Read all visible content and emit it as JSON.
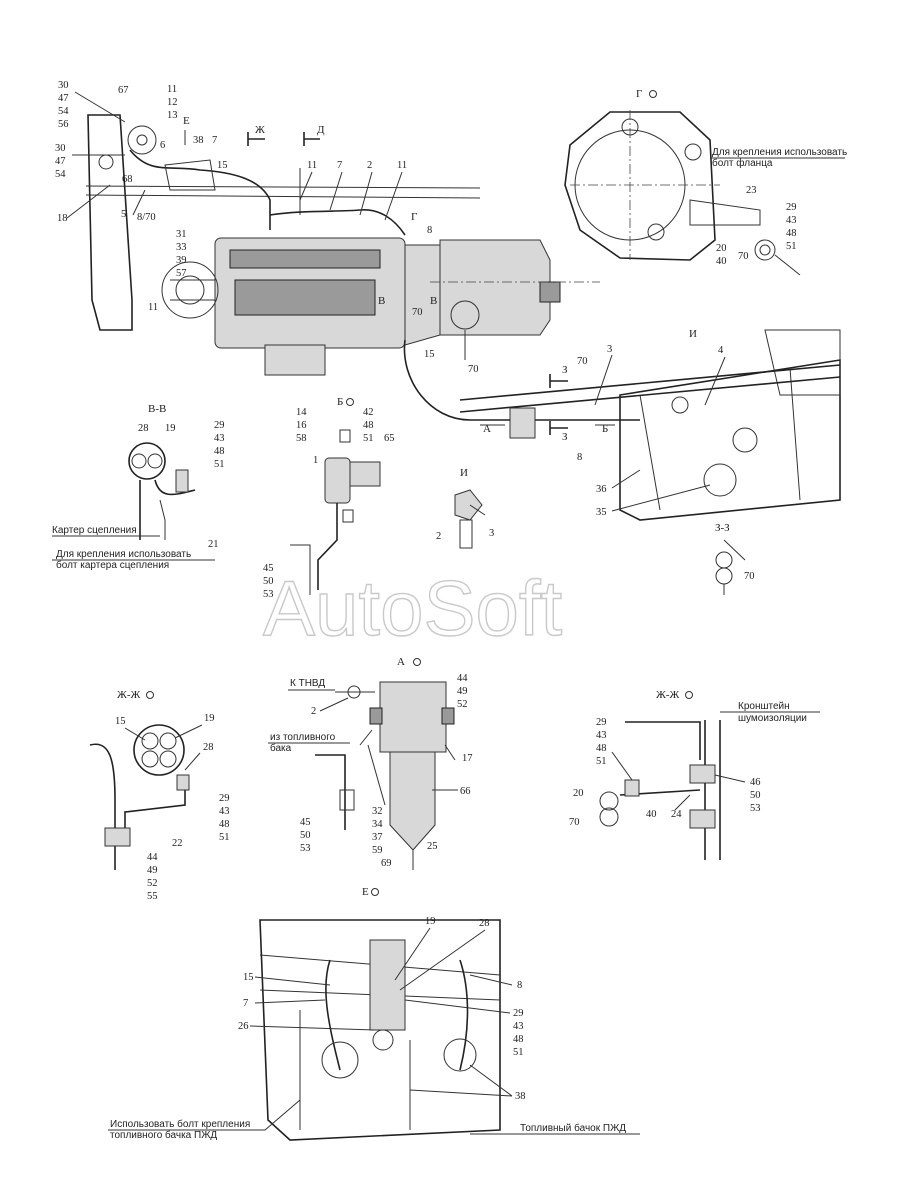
{
  "watermark": "AutoSoft",
  "views": {
    "G": "Г",
    "B_section": "В-В",
    "B_view": "Б",
    "I_view": "И",
    "Z_section": "З-З",
    "A_view": "А",
    "ZH_left": "Ж-Ж",
    "ZH_right": "Ж-Ж",
    "E_view": "Е"
  },
  "direction_letters": {
    "ZH": "Ж",
    "D": "Д",
    "E": "Е",
    "G": "Г",
    "V1": "В",
    "V2": "В",
    "Z1": "З",
    "Z2": "З",
    "A": "А",
    "B": "Б",
    "I": "И"
  },
  "notes": {
    "flange_bolt_1": "Для крепления использовать",
    "flange_bolt_2": "болт фланца",
    "clutch_housing": "Картер сцепления",
    "clutch_bolt_1": "Для крепления использовать",
    "clutch_bolt_2": "болт картера сцепления",
    "to_tnvd": "К ТНВД",
    "from_tank_1": "из топливного",
    "from_tank_2": "бака",
    "bracket_1": "Кронштейн",
    "bracket_2": "шумоизоляции",
    "tank_bolt_1": "Использовать болт крепления",
    "tank_bolt_2": "топливного бачка ПЖД",
    "pzhd_tank": "Топливный бачок ПЖД"
  },
  "callouts": {
    "tl_a": [
      "30",
      "47",
      "54",
      "56"
    ],
    "tl_b": [
      "30",
      "47",
      "54"
    ],
    "tl_18": "18",
    "tl_68": "68",
    "tl_5": "5",
    "tl_8_70": "8/70",
    "tl_67": "67",
    "tl_11_12_13": [
      "11",
      "12",
      "13"
    ],
    "tl_6": "6",
    "tl_38": "38",
    "tl_7": "7",
    "tl_15": "15",
    "eng_11a": "11",
    "eng_7": "7",
    "eng_2": "2",
    "eng_11b": "11",
    "eng_8": "8",
    "eng_left": [
      "31",
      "33",
      "39",
      "57"
    ],
    "eng_11c": "11",
    "eng_70": "70",
    "eng_15": "15",
    "g_23": "23",
    "g_right": [
      "29",
      "43",
      "48",
      "51"
    ],
    "g_20_40": [
      "20",
      "40"
    ],
    "g_70": "70",
    "frame_I": "И",
    "frame_4": "4",
    "frame_3": "3",
    "frame_70a": "70",
    "frame_70b": "70",
    "frame_8": "8",
    "frame_36": "36",
    "frame_35": "35",
    "vv_28": "28",
    "vv_19": "19",
    "vv_right": [
      "29",
      "43",
      "48",
      "51"
    ],
    "vv_21": "21",
    "b_left": [
      "14",
      "16",
      "58"
    ],
    "b_right": [
      "42",
      "48",
      "51"
    ],
    "b_65": "65",
    "b_1": "1",
    "b_bottom": [
      "45",
      "50",
      "53"
    ],
    "i_2": "2",
    "i_3": "3",
    "z_70": "70",
    "zhl_15": "15",
    "zhl_19": "19",
    "zhl_28": "28",
    "zhl_right": [
      "29",
      "43",
      "48",
      "51"
    ],
    "zhl_22": "22",
    "zhl_bottom": [
      "44",
      "49",
      "52",
      "55"
    ],
    "a_2": "2",
    "a_top": [
      "44",
      "49",
      "52"
    ],
    "a_17": "17",
    "a_66": "66",
    "a_left": [
      "45",
      "50",
      "53"
    ],
    "a_mid": [
      "32",
      "34",
      "37",
      "59"
    ],
    "a_69": "69",
    "a_25": "25",
    "zhr_left": [
      "29",
      "43",
      "48",
      "51"
    ],
    "zhr_20": "20",
    "zhr_70": "70",
    "zhr_40": "40",
    "zhr_24": "24",
    "zhr_right": [
      "46",
      "50",
      "53"
    ],
    "e_19": "19",
    "e_28": "28",
    "e_15": "15",
    "e_8": "8",
    "e_7": "7",
    "e_26": "26",
    "e_right": [
      "29",
      "43",
      "48",
      "51"
    ],
    "e_38": "38"
  }
}
